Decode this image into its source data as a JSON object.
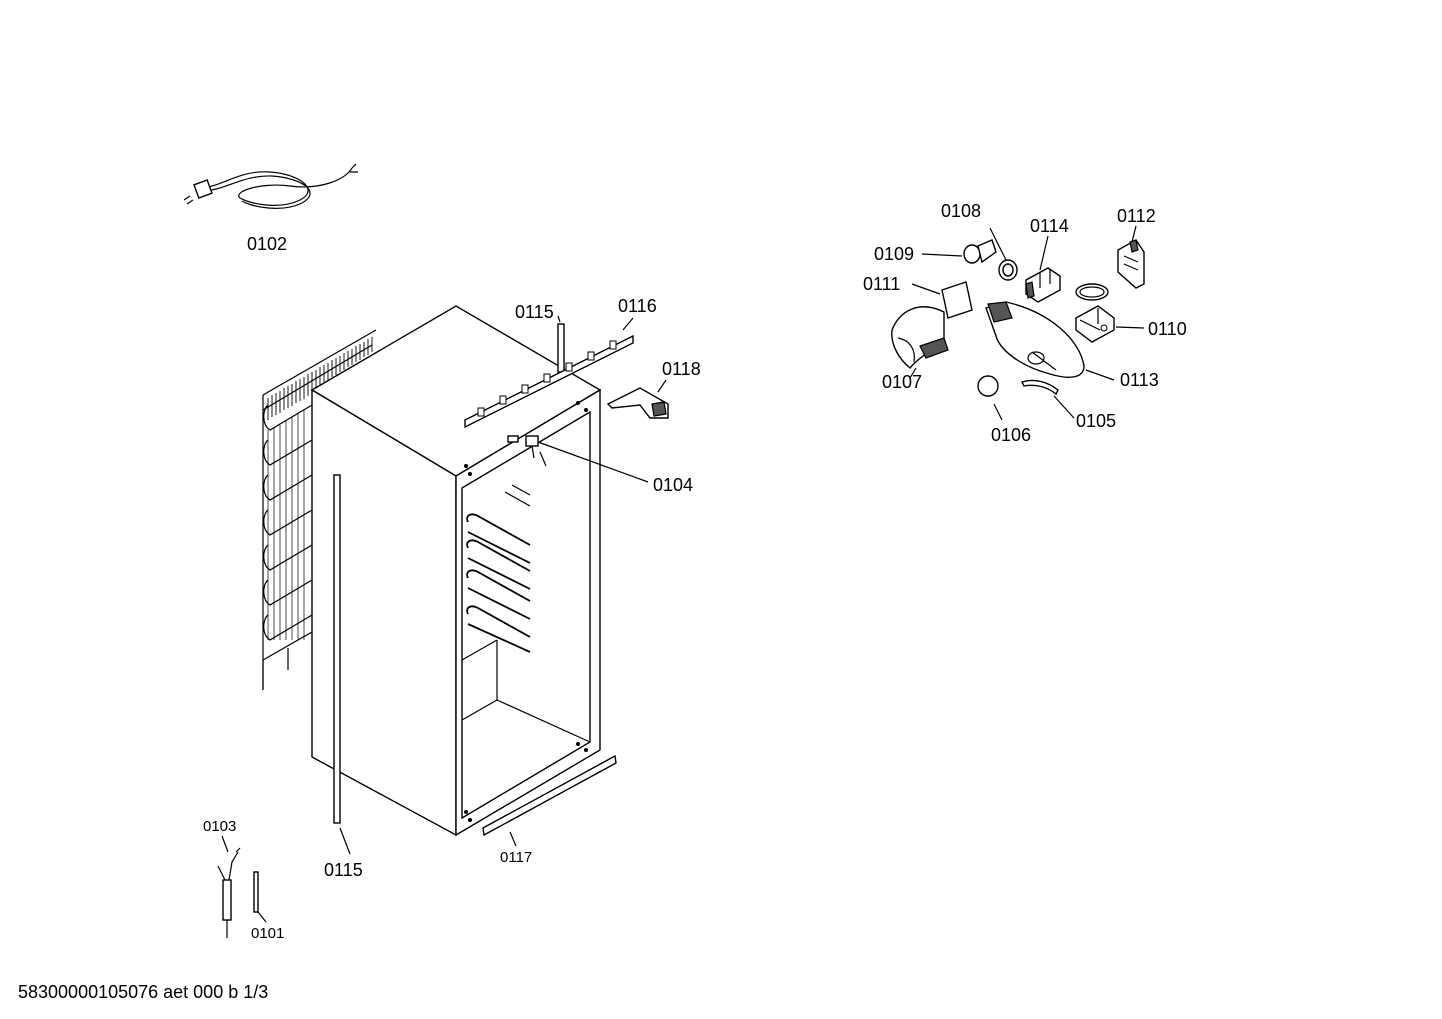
{
  "labels": {
    "l0102": "0102",
    "l0115_top": "0115",
    "l0116": "0116",
    "l0118": "0118",
    "l0104": "0104",
    "l0115_bottom": "0115",
    "l0117": "0117",
    "l0103": "0103",
    "l0101": "0101",
    "l0108": "0108",
    "l0114": "0114",
    "l0112": "0112",
    "l0109": "0109",
    "l0111": "0111",
    "l0110": "0110",
    "l0107": "0107",
    "l0113": "0113",
    "l0106": "0106",
    "l0105": "0105"
  },
  "footer": {
    "text": "58300000105076 aet 000 b 1/3"
  }
}
